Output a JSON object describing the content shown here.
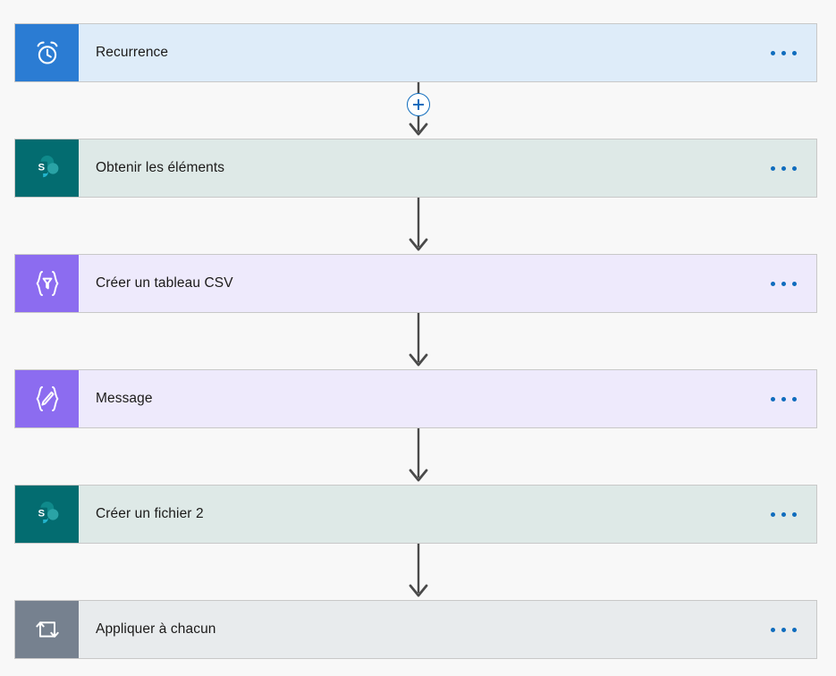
{
  "flow": {
    "nodes": [
      {
        "id": "recurrence",
        "title": "Recurrence",
        "icon": "alarm-clock-icon",
        "icon_bg": "#2b7cd3",
        "body_bg": "#deecf9",
        "menu_label": "..."
      },
      {
        "id": "obtenir-les-elements",
        "title": "Obtenir les éléments",
        "icon": "sharepoint-icon",
        "icon_bg": "#036c70",
        "body_bg": "#dee9e7",
        "menu_label": "..."
      },
      {
        "id": "creer-un-tableau-csv",
        "title": "Créer un tableau CSV",
        "icon": "braces-funnel-icon",
        "icon_bg": "#8c6cf0",
        "body_bg": "#eeeafc",
        "menu_label": "..."
      },
      {
        "id": "message",
        "title": "Message",
        "icon": "braces-pencil-icon",
        "icon_bg": "#8c6cf0",
        "body_bg": "#eeeafc",
        "menu_label": "..."
      },
      {
        "id": "creer-un-fichier-2",
        "title": "Créer un fichier 2",
        "icon": "sharepoint-icon",
        "icon_bg": "#036c70",
        "body_bg": "#dee9e7",
        "menu_label": "..."
      },
      {
        "id": "appliquer-a-chacun",
        "title": "Appliquer à chacun",
        "icon": "loop-repeat-icon",
        "icon_bg": "#76818f",
        "body_bg": "#e8ebed",
        "menu_label": "..."
      }
    ],
    "connectors": [
      {
        "from": "recurrence",
        "to": "obtenir-les-elements",
        "has_add_button": true
      },
      {
        "from": "obtenir-les-elements",
        "to": "creer-un-tableau-csv",
        "has_add_button": false
      },
      {
        "from": "creer-un-tableau-csv",
        "to": "message",
        "has_add_button": false
      },
      {
        "from": "message",
        "to": "creer-un-fichier-2",
        "has_add_button": false
      },
      {
        "from": "creer-un-fichier-2",
        "to": "appliquer-a-chacun",
        "has_add_button": false
      }
    ],
    "add_button_label": "+"
  },
  "colors": {
    "canvas_bg": "#f8f8f8",
    "accent": "#0f6cbd",
    "connector_line": "#4a4a4a",
    "card_border": "#c8c8c8",
    "title_text": "#1b1a19"
  }
}
